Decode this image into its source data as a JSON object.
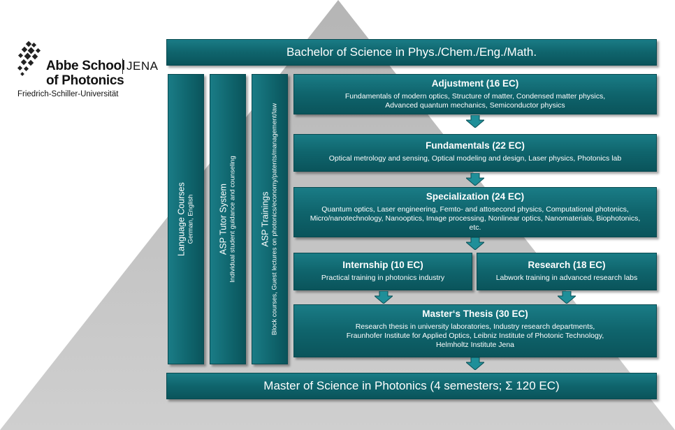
{
  "logo": {
    "line1": "Abbe School",
    "line2": "of Photonics",
    "city": "JENA",
    "university": "Friedrich-Schiller-Universität"
  },
  "top_bar": "Bachelor of Science in Phys./Chem./Eng./Math.",
  "bottom_bar": "Master of Science in Photonics (4 semesters; Σ 120 EC)",
  "columns": {
    "language": {
      "title": "Language Courses",
      "subtitle": "German, English"
    },
    "tutor": {
      "title": "ASP Tutor System",
      "subtitle": "Individual student guidance and counseling"
    },
    "trainings": {
      "title": "ASP Trainings",
      "subtitle": "Block courses, Guest lectures on photonics/economy/patents/management/law"
    }
  },
  "modules": {
    "adjustment": {
      "title": "Adjustment (16 EC)",
      "desc1": "Fundamentals of modern optics, Structure of matter, Condensed matter physics,",
      "desc2": "Advanced quantum mechanics, Semiconductor physics"
    },
    "fundamentals": {
      "title": "Fundamentals (22 EC)",
      "desc1": "Optical metrology and sensing, Optical modeling and design, Laser physics, Photonics lab"
    },
    "specialization": {
      "title": "Specialization (24 EC)",
      "desc1": "Quantum optics, Laser engineering, Femto- and attosecond physics, Computational photonics,",
      "desc2": "Micro/nanotechnology, Nanooptics, Image processing, Nonlinear optics, Nanomaterials, Biophotonics,",
      "desc3": "etc."
    },
    "internship": {
      "title": "Internship (10 EC)",
      "desc1": "Practical training in photonics industry"
    },
    "research": {
      "title": "Research (18 EC)",
      "desc1": "Labwork training in advanced research labs"
    },
    "thesis": {
      "title": "Master‘s Thesis (30 EC)",
      "desc1": "Research thesis in university laboratories, Industry research departments,",
      "desc2": "Fraunhofer Institute for Applied Optics, Leibniz Institute of Photonic Technology,",
      "desc3": "Helmholtz Institute Jena"
    }
  },
  "colors": {
    "box_teal": "#0f646c",
    "pyramid_gray": "#c4c4c4",
    "arrow_teal": "#1f8f99"
  }
}
